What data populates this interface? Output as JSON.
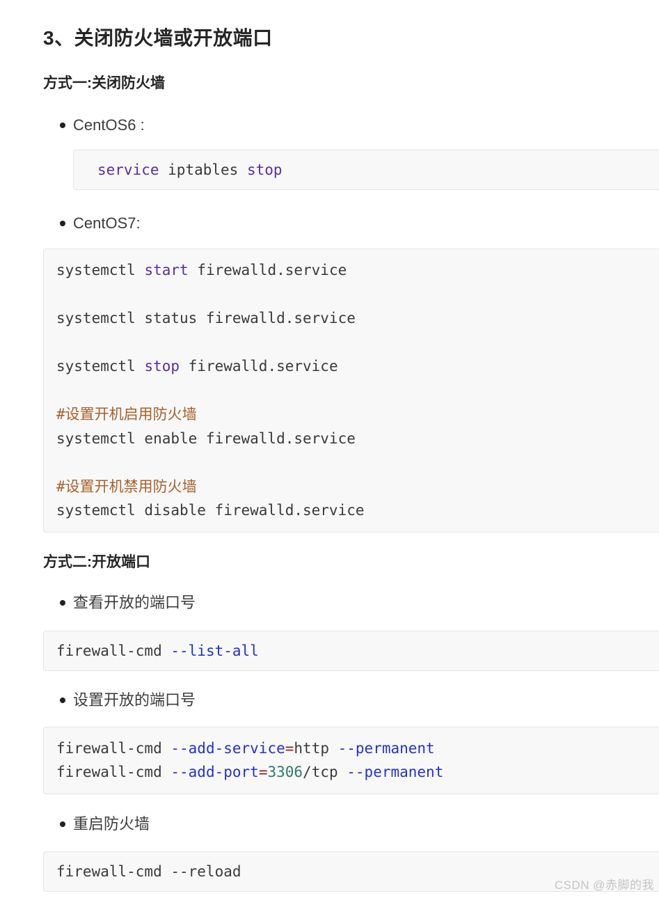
{
  "colors": {
    "keyword": "#5a2ea6",
    "flag": "#2531cd",
    "comment": "#a9602a",
    "operator": "#951b1d",
    "number": "#2d7a68",
    "code_text": "#3a3a3a",
    "body_text": "#3c3c3c",
    "heading": "#252525",
    "code_bg": "#f8f8f8",
    "code_border": "#e5e5e5",
    "watermark": "#c4c4c4"
  },
  "article": {
    "title": "3、关闭防火墙或开放端口",
    "section1": {
      "heading": "方式一:关闭防火墙",
      "item_centos6": "CentOS6 :",
      "item_centos7": "CentOS7:"
    },
    "section2": {
      "heading": "方式二:开放端口",
      "item_list_ports": "查看开放的端口号",
      "item_set_ports": "设置开放的端口号",
      "item_restart": "重启防火墙"
    },
    "watermark": "CSDN @赤脚的我"
  },
  "code_blocks": {
    "centos6": [
      [
        {
          "t": "service",
          "c": "keyword"
        },
        {
          "t": " iptables "
        },
        {
          "t": "stop",
          "c": "keyword"
        }
      ]
    ],
    "centos7": [
      [
        {
          "t": "systemctl "
        },
        {
          "t": "start",
          "c": "keyword"
        },
        {
          "t": " firewalld.service"
        }
      ],
      [],
      [
        {
          "t": "systemctl status firewalld.service"
        }
      ],
      [],
      [
        {
          "t": "systemctl "
        },
        {
          "t": "stop",
          "c": "keyword"
        },
        {
          "t": " firewalld.service"
        }
      ],
      [],
      [
        {
          "t": "#设置开机启用防火墙",
          "c": "comment"
        }
      ],
      [
        {
          "t": "systemctl enable firewalld.service"
        }
      ],
      [],
      [
        {
          "t": "#设置开机禁用防火墙",
          "c": "comment"
        }
      ],
      [
        {
          "t": "systemctl disable firewalld.service"
        }
      ]
    ],
    "list_ports": [
      [
        {
          "t": "firewall-cmd "
        },
        {
          "t": "--list-all",
          "c": "flag"
        }
      ]
    ],
    "add_ports": [
      [
        {
          "t": "firewall-cmd "
        },
        {
          "t": "--add-service",
          "c": "flag"
        },
        {
          "t": "=",
          "c": "operator"
        },
        {
          "t": "http "
        },
        {
          "t": "--permanent",
          "c": "flag"
        }
      ],
      [
        {
          "t": "firewall-cmd "
        },
        {
          "t": "--add-port",
          "c": "flag"
        },
        {
          "t": "=",
          "c": "operator"
        },
        {
          "t": "3306",
          "c": "number"
        },
        {
          "t": "/tcp "
        },
        {
          "t": "--permanent",
          "c": "flag"
        }
      ]
    ],
    "reload": [
      [
        {
          "t": "firewall-cmd --reload"
        }
      ]
    ]
  }
}
